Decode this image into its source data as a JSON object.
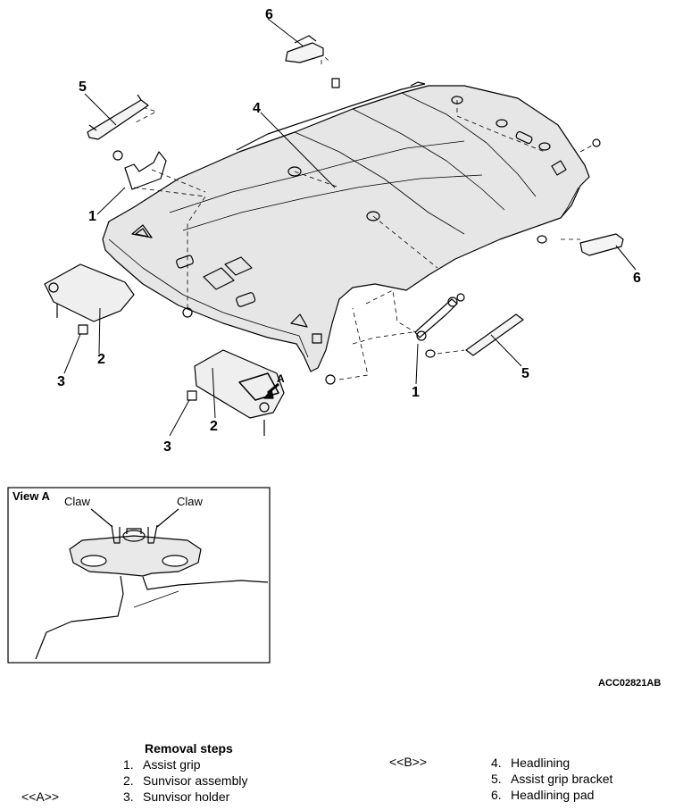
{
  "callouts": {
    "c6_top": "6",
    "c5_left": "5",
    "c4": "4",
    "c1_left": "1",
    "c2_left": "2",
    "c3_left": "3",
    "c6_right": "6",
    "c5_right": "5",
    "c1_right": "1",
    "c2_mid": "2",
    "c3_mid": "3",
    "a_arrow": "A"
  },
  "view_a": {
    "title": "View A",
    "claw_left": "Claw",
    "claw_right": "Claw"
  },
  "figure_code": "ACC02821AB",
  "removal": {
    "title": "Removal steps",
    "steps": [
      {
        "num": "1.",
        "text": "Assist grip"
      },
      {
        "num": "2.",
        "text": "Sunvisor assembly"
      },
      {
        "num": "3.",
        "text": "Sunvisor holder"
      },
      {
        "num": "4.",
        "text": "Headlining"
      },
      {
        "num": "5.",
        "text": "Assist grip bracket"
      },
      {
        "num": "6.",
        "text": "Headlining pad"
      }
    ],
    "tag_a": "<<A>>",
    "tag_b": "<<B>>"
  }
}
